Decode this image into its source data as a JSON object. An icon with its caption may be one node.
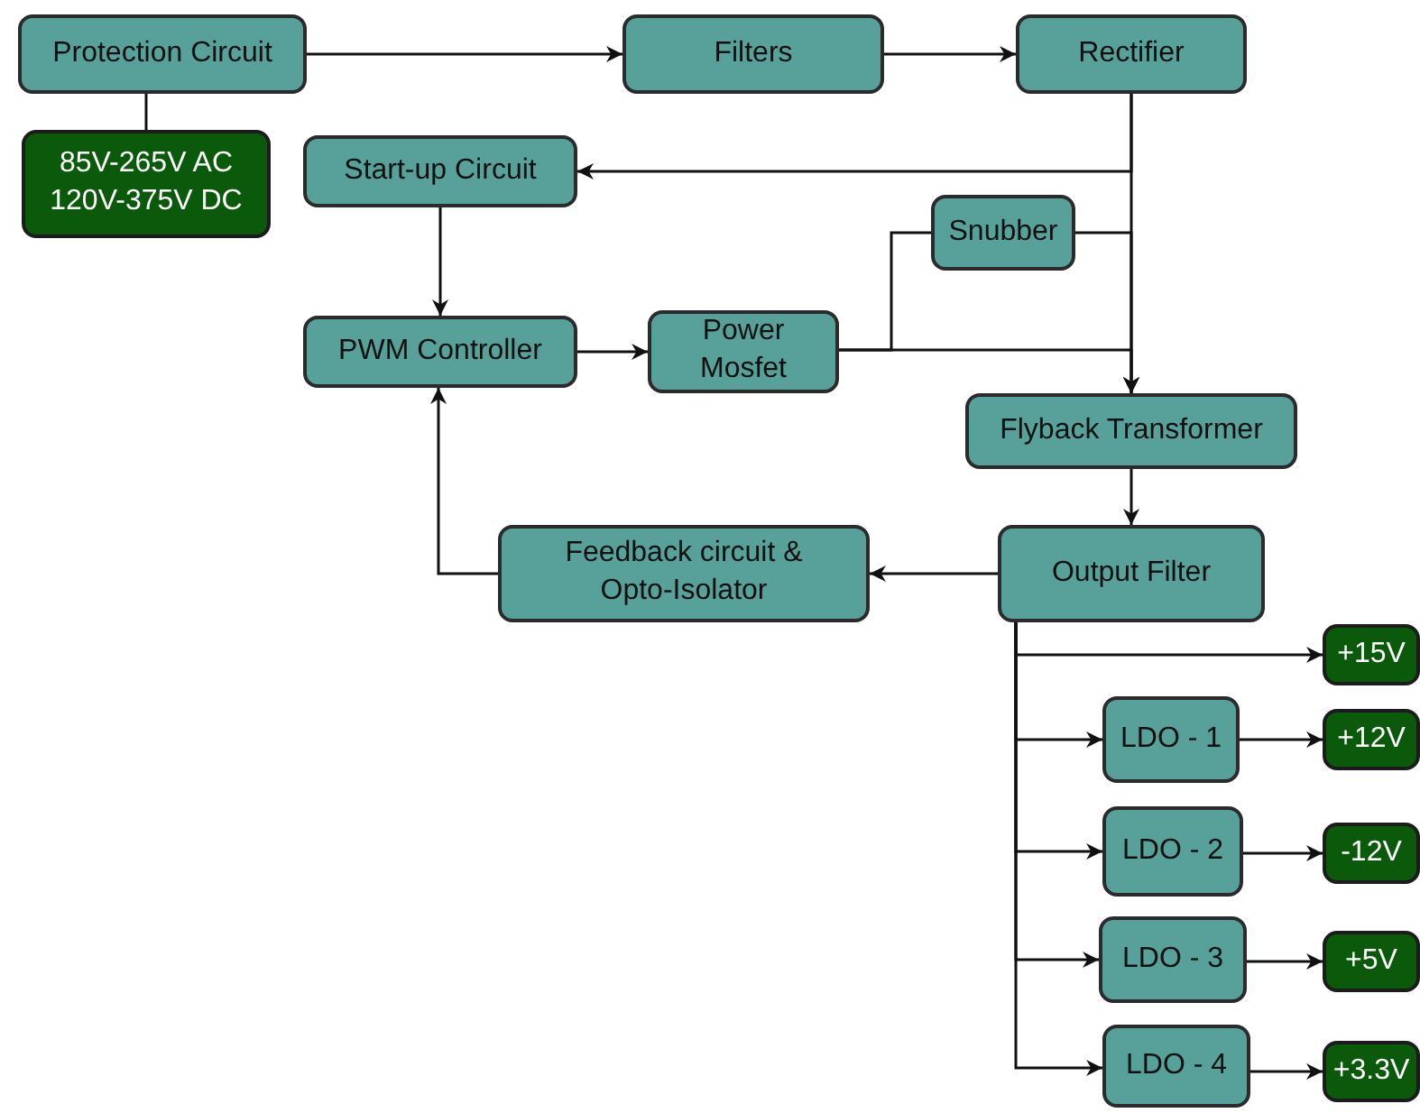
{
  "diagram": {
    "nodes": [
      {
        "text": [
          "Protection Circuit"
        ]
      },
      {
        "text": [
          "85V-265V AC 120V-375V DC"
        ]
      },
      {
        "text": [
          "Filters"
        ]
      },
      {
        "text": [
          "Rectifier"
        ]
      },
      {
        "text": [
          "Start-up Circuit"
        ]
      },
      {
        "text": [
          "Snubber"
        ]
      },
      {
        "text": [
          "PWM Controller"
        ]
      },
      {
        "text": [
          "Power Mosfet"
        ]
      },
      {
        "text": [
          "Flyback Transformer"
        ]
      },
      {
        "text": [
          "Output Filter"
        ]
      },
      {
        "text": [
          "Feedback circuit & Opto-Isolator"
        ]
      },
      {
        "text": [
          "+15V"
        ]
      },
      {
        "text": [
          "LDO - 1"
        ]
      },
      {
        "text": [
          "+12V"
        ]
      },
      {
        "text": [
          "LDO - 2"
        ]
      },
      {
        "text": [
          "-12V"
        ]
      },
      {
        "text": [
          "LDO - 3"
        ]
      },
      {
        "text": [
          "+5V"
        ]
      },
      {
        "text": [
          "LDO - 4"
        ]
      },
      {
        "text": [
          "+3.3V"
        ]
      }
    ],
    "edges": [
      {
        "from": 0,
        "to": 2,
        "arrow": "to"
      },
      {
        "from": 2,
        "to": 3,
        "arrow": "to"
      },
      {
        "from": 0,
        "to": 1,
        "arrow": "none"
      },
      {
        "from": 3,
        "to": 4,
        "arrow": "to"
      },
      {
        "from": 3,
        "to": 8,
        "arrow": "to"
      },
      {
        "from": 5,
        "to": 8,
        "arrow": "to"
      },
      {
        "from": 7,
        "to": 8,
        "arrow": "to"
      },
      {
        "from": 7,
        "to": 5,
        "arrow": "none"
      },
      {
        "from": 4,
        "to": 6,
        "arrow": "to"
      },
      {
        "from": 6,
        "to": 7,
        "arrow": "to"
      },
      {
        "from": 8,
        "to": 9,
        "arrow": "to"
      },
      {
        "from": 9,
        "to": 10,
        "arrow": "to"
      },
      {
        "from": 10,
        "to": 6,
        "arrow": "to"
      },
      {
        "from": 9,
        "to": 11,
        "arrow": "to"
      },
      {
        "from": 9,
        "to": 12,
        "arrow": "to"
      },
      {
        "from": 9,
        "to": 14,
        "arrow": "to"
      },
      {
        "from": 9,
        "to": 16,
        "arrow": "to"
      },
      {
        "from": 9,
        "to": 18,
        "arrow": "to"
      },
      {
        "from": 12,
        "to": 13,
        "arrow": "to"
      },
      {
        "from": 14,
        "to": 15,
        "arrow": "to"
      },
      {
        "from": 16,
        "to": 17,
        "arrow": "to"
      },
      {
        "from": 18,
        "to": 19,
        "arrow": "to"
      }
    ]
  }
}
